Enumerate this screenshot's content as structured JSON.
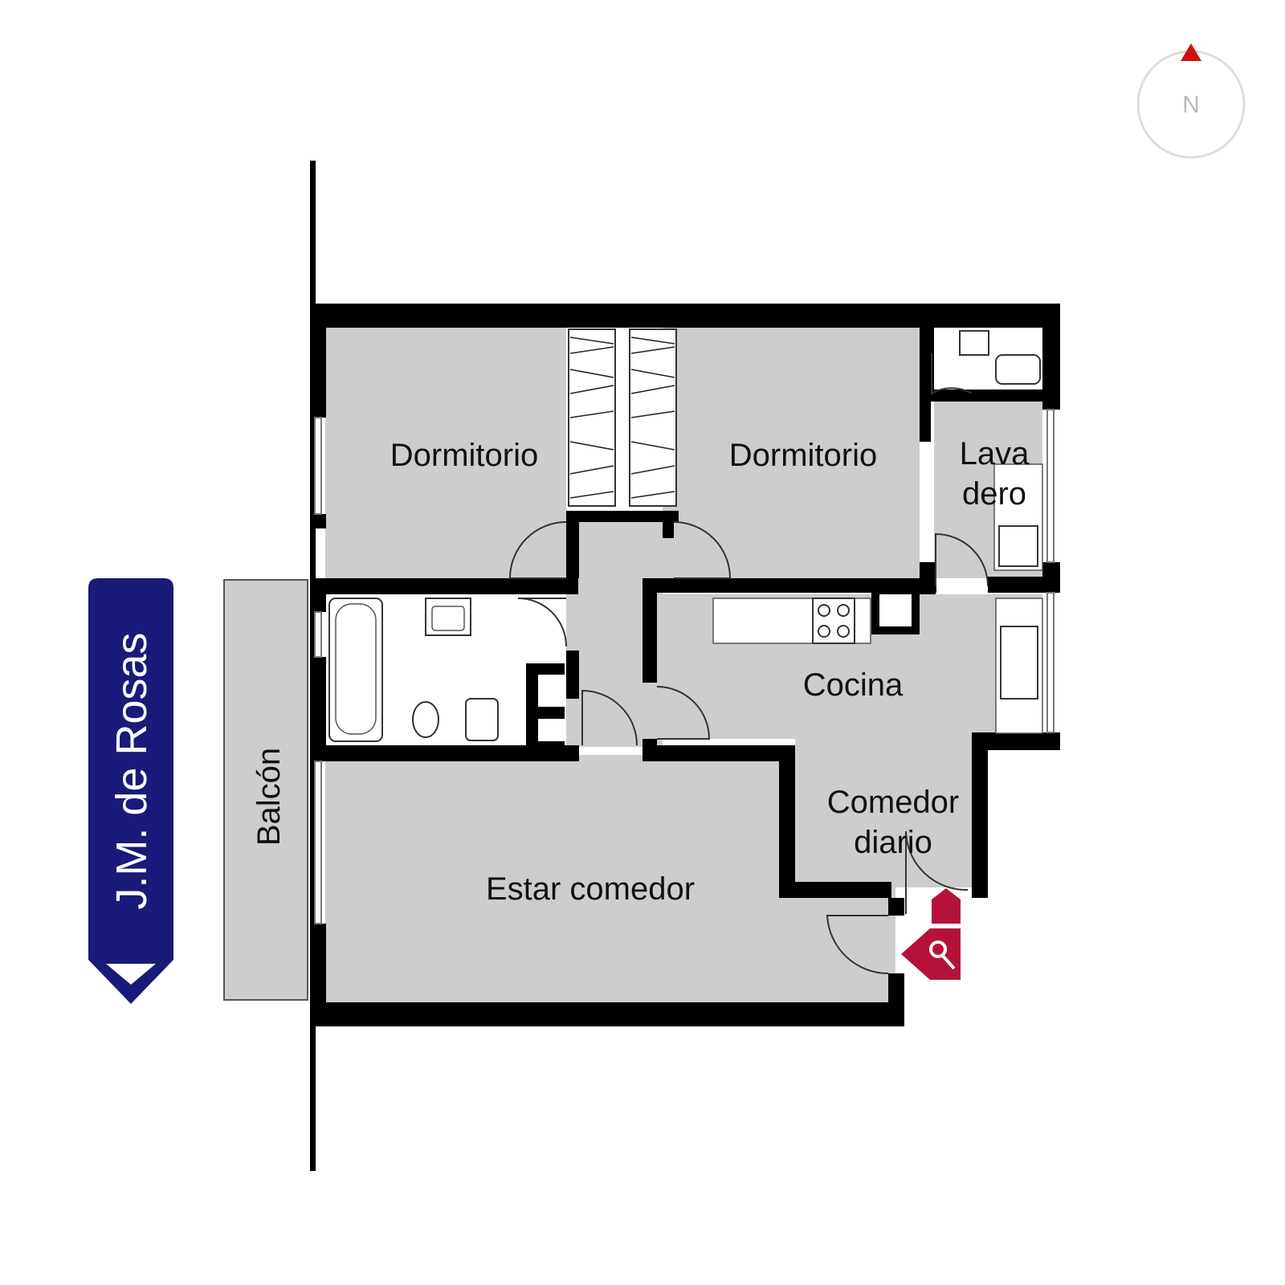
{
  "plan": {
    "street": {
      "label": "J.M. de Rosas",
      "color": "#1a1a7a"
    },
    "compass": {
      "label": "N",
      "arrow_color": "#d11111",
      "ring_color": "#dddddd"
    },
    "rooms": {
      "dormitorio_left": "Dormitorio",
      "dormitorio_right": "Dormitorio",
      "lavadero_line1": "Lava",
      "lavadero_line2": "dero",
      "cocina": "Cocina",
      "comedor_line1": "Comedor",
      "comedor_line2": "diario",
      "estar": "Estar comedor",
      "balcon": "Balcón"
    },
    "colors": {
      "floor": "#cdcdcd",
      "wall": "#000000",
      "entry_marker": "#b5123a"
    },
    "icons": [
      "key-icon",
      "compass-icon",
      "bathtub-icon",
      "toilet-icon",
      "sink-icon",
      "stove-icon"
    ]
  }
}
